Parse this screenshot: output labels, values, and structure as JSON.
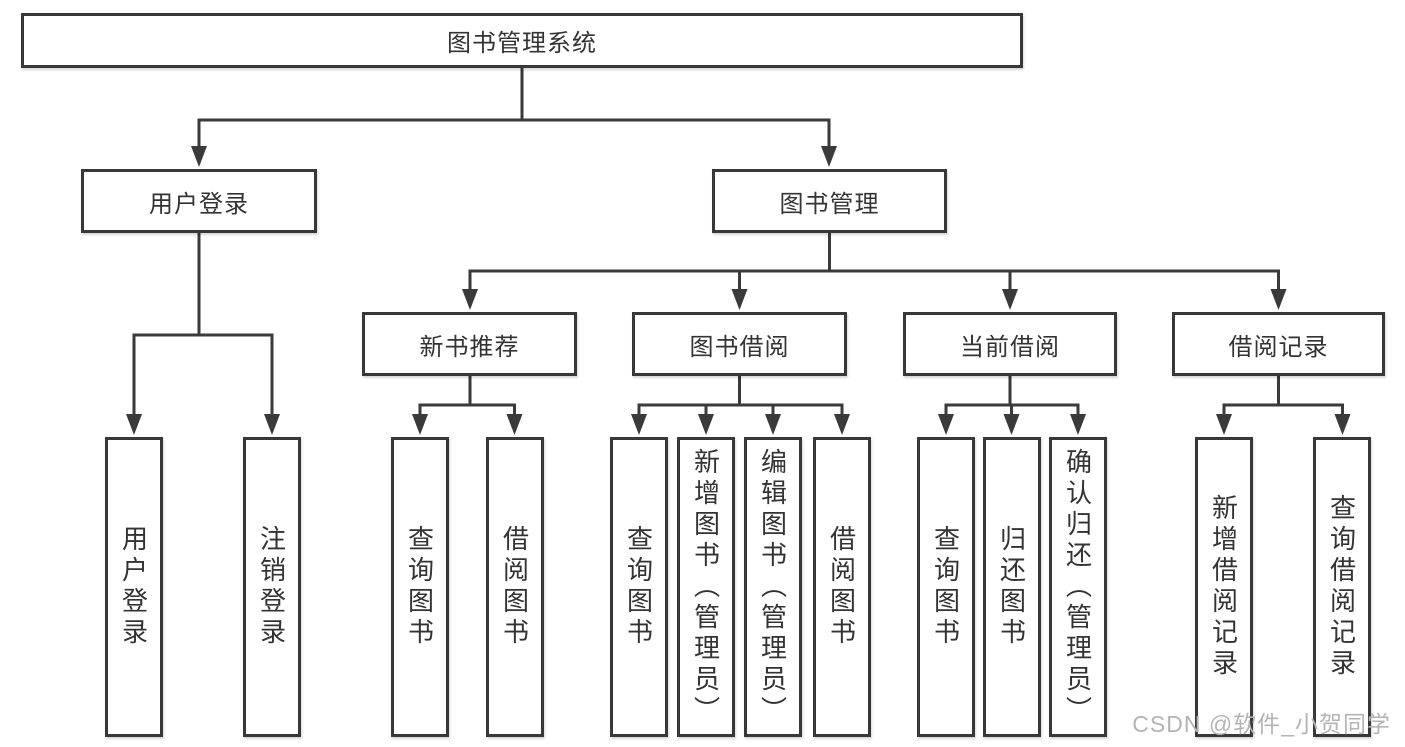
{
  "diagram": {
    "root": {
      "label": "图书管理系统"
    },
    "branches": [
      {
        "label": "用户登录",
        "children": [
          {
            "label": "用户登录"
          },
          {
            "label": "注销登录"
          }
        ]
      },
      {
        "label": "图书管理",
        "children": [
          {
            "label": "新书推荐",
            "children": [
              {
                "label": "查询图书"
              },
              {
                "label": "借阅图书"
              }
            ]
          },
          {
            "label": "图书借阅",
            "children": [
              {
                "label": "查询图书"
              },
              {
                "label": "新增图书（管理员）"
              },
              {
                "label": "编辑图书（管理员）"
              },
              {
                "label": "借阅图书"
              }
            ]
          },
          {
            "label": "当前借阅",
            "children": [
              {
                "label": "查询图书"
              },
              {
                "label": "归还图书"
              },
              {
                "label": "确认归还（管理员）"
              }
            ]
          },
          {
            "label": "借阅记录",
            "children": [
              {
                "label": "新增借阅记录"
              },
              {
                "label": "查询借阅记录"
              }
            ]
          }
        ]
      }
    ]
  },
  "watermark": {
    "text": "CSDN @软件_小贺同学"
  },
  "colors": {
    "line": "#3a3a3a",
    "border": "#383838",
    "text": "#333333",
    "watermark": "#b4b4b4",
    "background": "#ffffff"
  }
}
